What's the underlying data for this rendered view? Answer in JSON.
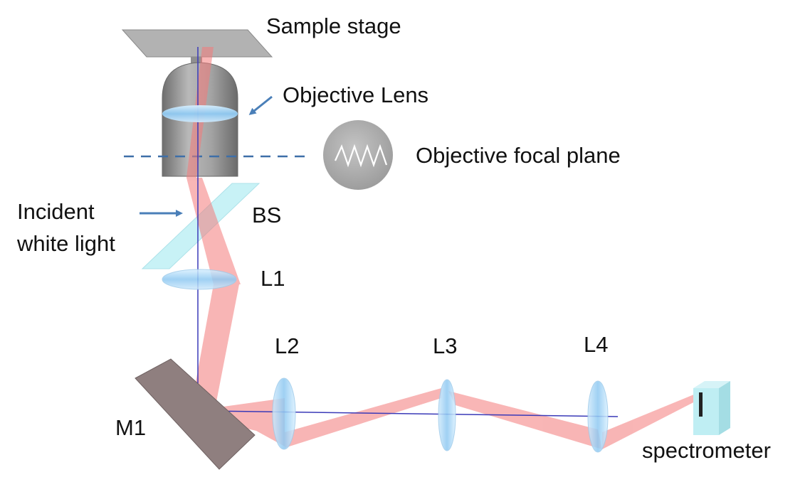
{
  "labels": {
    "sample_stage": "Sample stage",
    "objective_lens": "Objective Lens",
    "objective_focal_plane": "Objective focal plane",
    "incident_line1": "Incident",
    "incident_line2": "white light",
    "bs": "BS",
    "l1": "L1",
    "l2": "L2",
    "l3": "L3",
    "l4": "L4",
    "m1": "M1",
    "spectrometer": "spectrometer"
  },
  "colors": {
    "beam": "#f47a7a",
    "axis": "#3a3ab8",
    "lens": "#a9d8f5",
    "arrow": "#4a7fb8",
    "splitter": "#bff0f5",
    "mirror": "#8f7f7f",
    "metal": "#9a9a9a",
    "focal_dash": "#3e6fa8"
  }
}
